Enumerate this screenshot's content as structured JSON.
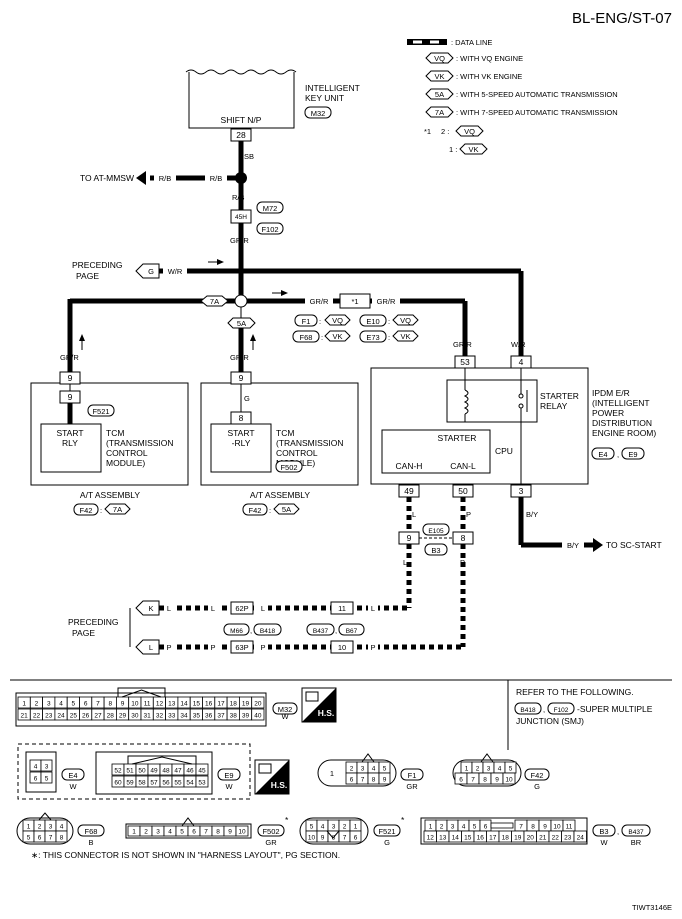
{
  "title": "BL-ENG/ST-07",
  "legend": {
    "data_line": ": DATA LINE",
    "vq": {
      "code": "VQ",
      "text": ": WITH VQ ENGINE"
    },
    "vk": {
      "code": "VK",
      "text": ": WITH VK ENGINE"
    },
    "a5": {
      "code": "5A",
      "text": ": WITH 5-SPEED AUTOMATIC TRANSMISSION"
    },
    "a7": {
      "code": "7A",
      "text": ": WITH 7-SPEED AUTOMATIC TRANSMISSION"
    },
    "note_mark": "*1",
    "note_2": "2 :",
    "note_1": "1 :"
  },
  "iku": {
    "name_1": "INTELLIGENT",
    "name_2": "KEY UNIT",
    "connector": "M32",
    "pin_label": "SHIFT N/P",
    "pin": "28"
  },
  "wires": {
    "sb": "SB",
    "rb": "R/B",
    "grr": "GR/R",
    "wr": "W/R",
    "by": "B/Y",
    "l": "L",
    "p": "P",
    "g": "G"
  },
  "connectors": {
    "c45h": "45H",
    "m72": "M72",
    "f102": "F102",
    "star1": "*1",
    "f1": "F1",
    "f68": "F68",
    "e10": "E10",
    "e73": "E73",
    "vq": "VQ",
    "vk": "VK",
    "colon": ":"
  },
  "to_at_mmsw": "TO AT-MMSW",
  "preceding_page_1": "PRECEDING",
  "preceding_page_2": "PAGE",
  "g_mark": "G",
  "k_mark": "K",
  "l_mark": "L",
  "badge_7a": "7A",
  "badge_5a": "5A",
  "tcm7": {
    "pin_a": "9",
    "pin_b": "9",
    "conn": "F521",
    "start_1": "START",
    "start_2": "RLY",
    "tcm_1": "TCM",
    "tcm_2": "(TRANSMISSION",
    "tcm_3": "CONTROL",
    "tcm_4": "MODULE)",
    "assembly": "A/T ASSEMBLY",
    "asm_conn": "F42",
    "asm_code": "7A"
  },
  "tcm5": {
    "pin_a": "9",
    "pin_b": "8",
    "conn": "F502",
    "start_1": "START",
    "start_2": "-RLY",
    "tcm_1": "TCM",
    "tcm_2": "(TRANSMISSION",
    "tcm_3": "CONTROL",
    "tcm_4": "MODULE)",
    "assembly": "A/T ASSEMBLY",
    "asm_conn": "F42",
    "asm_code": "5A"
  },
  "ipdm": {
    "pin_53": "53",
    "pin_4": "4",
    "relay_1": "STARTER",
    "relay_2": "RELAY",
    "starter": "STARTER",
    "cpu": "CPU",
    "canh": "CAN-H",
    "canl": "CAN-L",
    "pin_49": "49",
    "pin_50": "50",
    "pin_3": "3",
    "name_1": "IPDM E/R",
    "name_2": "(INTELLIGENT",
    "name_3": "POWER",
    "name_4": "DISTRIBUTION",
    "name_5": "ENGINE ROOM)",
    "conn_1": "E4",
    "conn_2": "E9"
  },
  "junction": {
    "pin_9": "9",
    "pin_8": "8",
    "e105": "E105",
    "b3": "B3"
  },
  "to_sc_start": "TO SC-START",
  "lower": {
    "c62p": "62P",
    "c11": "11",
    "c63p": "63P",
    "c10": "10",
    "m66": "M66",
    "b418": "B418",
    "b437": "B437",
    "b67": "B67"
  },
  "face": {
    "m32_row1": [
      "1",
      "2",
      "3",
      "4",
      "5",
      "6",
      "7",
      "8",
      "9",
      "10",
      "11",
      "12",
      "13",
      "14",
      "15",
      "16",
      "17",
      "18",
      "19",
      "20"
    ],
    "m32_row2": [
      "21",
      "22",
      "23",
      "24",
      "25",
      "26",
      "27",
      "28",
      "29",
      "30",
      "31",
      "32",
      "33",
      "34",
      "35",
      "36",
      "37",
      "38",
      "39",
      "40"
    ],
    "m32_name": "M32",
    "m32_color": "W",
    "hs": "H.S.",
    "refer_1": "REFER TO THE FOLLOWING.",
    "refer_2": "-SUPER MULTIPLE",
    "refer_3": "JUNCTION (SMJ)",
    "refer_b418": "B418",
    "refer_f102": "F102",
    "comma": ",",
    "e4_cells": [
      "4",
      "3",
      "6",
      "5"
    ],
    "e4_name": "E4",
    "e4_color": "W",
    "e9_row1": [
      "52",
      "51",
      "50",
      "49",
      "48",
      "47",
      "46",
      "45"
    ],
    "e9_row2": [
      "60",
      "59",
      "58",
      "57",
      "56",
      "55",
      "54",
      "53"
    ],
    "e9_name": "E9",
    "e9_color": "W",
    "f1_single": "1",
    "f1_row1": [
      "2",
      "3",
      "4",
      "5"
    ],
    "f1_row2": [
      "6",
      "7",
      "8",
      "9"
    ],
    "f1_name": "F1",
    "f1_color": "GR",
    "f42_row1": [
      "1",
      "2",
      "3",
      "4",
      "5"
    ],
    "f42_row2": [
      "6",
      "7",
      "8",
      "9",
      "10"
    ],
    "f42_name": "F42",
    "f42_color": "G",
    "f68_row1": [
      "1",
      "2",
      "3",
      "4"
    ],
    "f68_row2": [
      "5",
      "6",
      "7",
      "8"
    ],
    "f68_name": "F68",
    "f68_color": "B",
    "f502_cells": [
      "1",
      "2",
      "3",
      "4",
      "5",
      "6",
      "7",
      "8",
      "9",
      "10"
    ],
    "f502_name": "F502",
    "f502_color": "GR",
    "f521_row1": [
      "5",
      "4",
      "3",
      "2",
      "1"
    ],
    "f521_row2": [
      "10",
      "9",
      "8",
      "7",
      "6"
    ],
    "f521_name": "F521",
    "f521_color": "G",
    "b3_row1": [
      "1",
      "2",
      "3",
      "4",
      "5",
      "6",
      "7",
      "8",
      "9",
      "10",
      "11"
    ],
    "b3_row2": [
      "12",
      "13",
      "14",
      "15",
      "16",
      "17",
      "18",
      "19",
      "20",
      "21",
      "22",
      "23",
      "24"
    ],
    "b3_name": "B3",
    "b3_color": "W",
    "b437_name": "B437",
    "b437_color": "BR",
    "star": "*",
    "footnote": "∗: THIS CONNECTOR IS NOT SHOWN IN \"HARNESS LAYOUT\", PG SECTION."
  },
  "ref_code": "TIWT3146E"
}
